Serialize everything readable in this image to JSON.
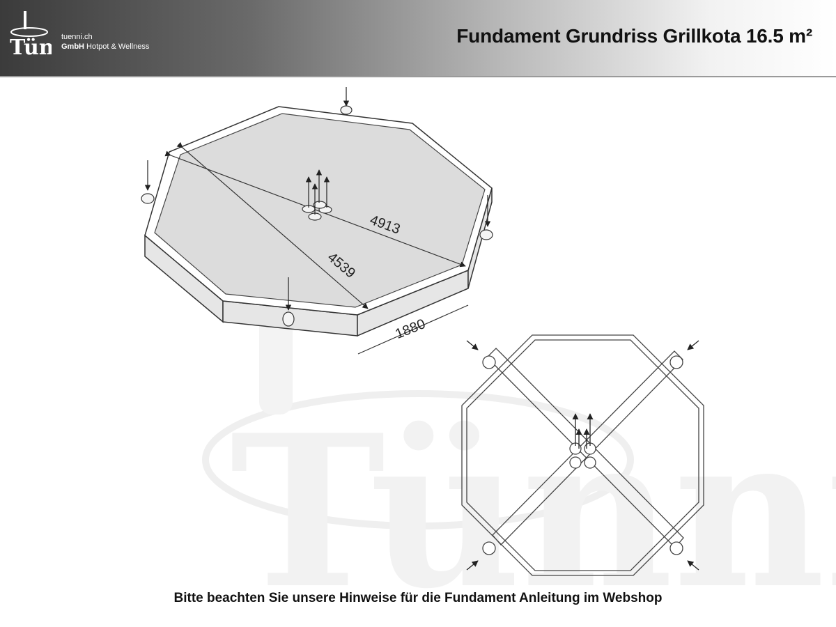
{
  "header": {
    "logo_text": "Tünni",
    "logo_line1": "tuenni.ch",
    "logo_line2_bold": "GmbH",
    "logo_line2_rest": " Hotpot & Wellness",
    "title": "Fundament Grundriss Grillkota 16.5 m²"
  },
  "dimensions": {
    "diagonal_long": "4913",
    "diagonal_short": "4539",
    "side_length": "1880"
  },
  "footer": {
    "note": "Bitte beachten Sie unsere Hinweise für die Fundament Anleitung im Webshop"
  },
  "colors": {
    "header_dark": "#3b3b3b",
    "platform_fill": "#dcdcdc",
    "line": "#333333",
    "watermark": "#eeeeee"
  }
}
